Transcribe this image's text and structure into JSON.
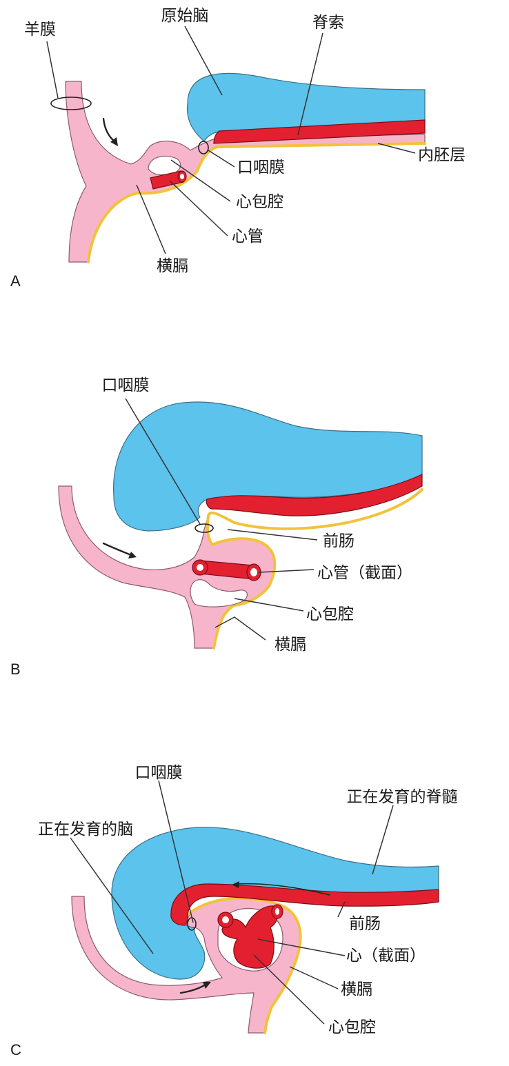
{
  "colors": {
    "neural_tube": "#5bc3ec",
    "notochord_and_heart": "#e3202f",
    "endoderm": "#f2c23a",
    "embryo_tissue": "#f7b5cc"
  },
  "panels": [
    {
      "id": "A",
      "labels": {
        "amnion": "羊膜",
        "primitive_brain": "原始脑",
        "notochord": "脊索",
        "oropharyngeal_membrane": "口咽膜",
        "endoderm": "内胚层",
        "pericardial_cavity": "心包腔",
        "heart_tube": "心管",
        "septum_transversum": "横膈"
      }
    },
    {
      "id": "B",
      "labels": {
        "oropharyngeal_membrane": "口咽膜",
        "foregut": "前肠",
        "heart_tube_section": "心管（截面）",
        "pericardial_cavity": "心包腔",
        "septum_transversum": "横膈"
      }
    },
    {
      "id": "C",
      "labels": {
        "oropharyngeal_membrane": "口咽膜",
        "developing_spinal_cord": "正在发育的脊髓",
        "developing_brain": "正在发育的脑",
        "foregut": "前肠",
        "heart_section": "心（截面）",
        "septum_transversum": "横膈",
        "pericardial_cavity": "心包腔"
      }
    }
  ]
}
